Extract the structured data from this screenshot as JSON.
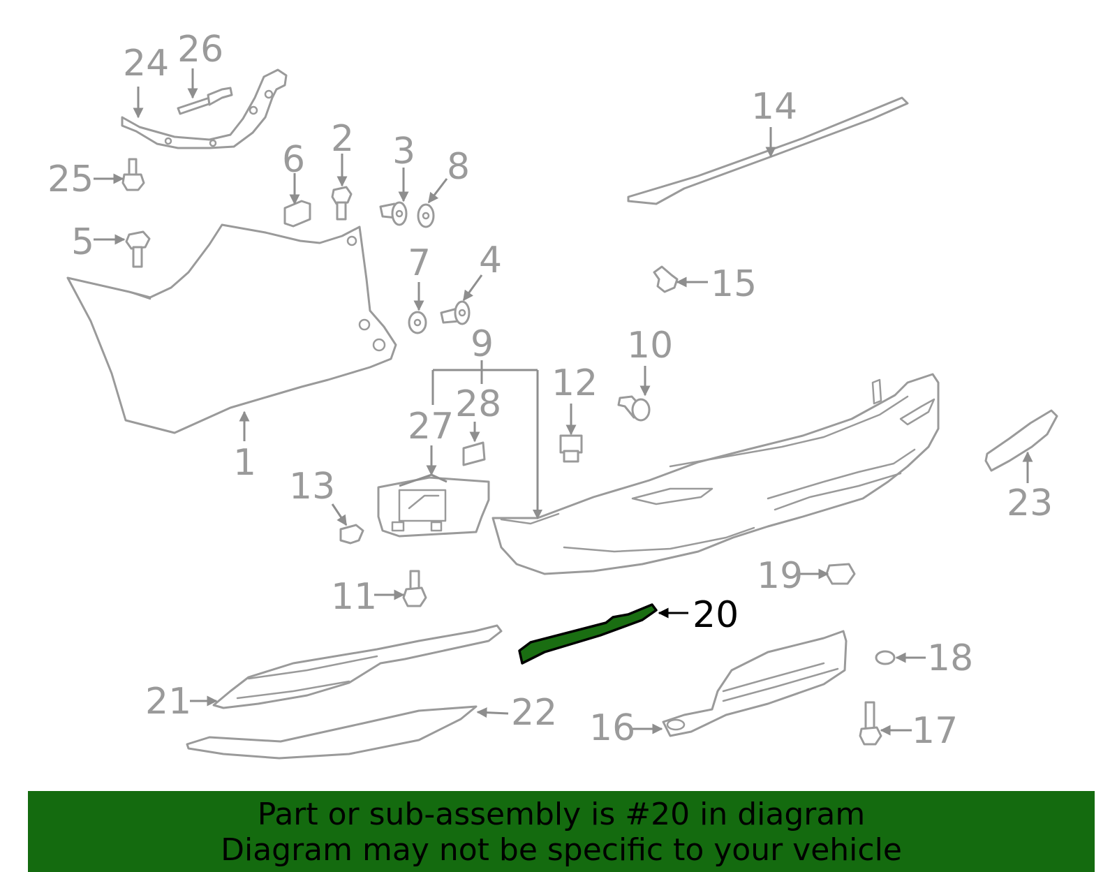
{
  "diagram": {
    "highlighted_callout": "20",
    "accent_color": "#146b0f",
    "highlight_color": "#1a6e12",
    "callouts": [
      "1",
      "2",
      "3",
      "4",
      "5",
      "6",
      "7",
      "8",
      "9",
      "10",
      "11",
      "12",
      "13",
      "14",
      "15",
      "16",
      "17",
      "18",
      "19",
      "20",
      "21",
      "22",
      "23",
      "24",
      "25",
      "26",
      "27",
      "28"
    ]
  },
  "banner": {
    "line1": "Part or sub-assembly is #20 in diagram",
    "line2": "Diagram may not be specific to your vehicle"
  }
}
